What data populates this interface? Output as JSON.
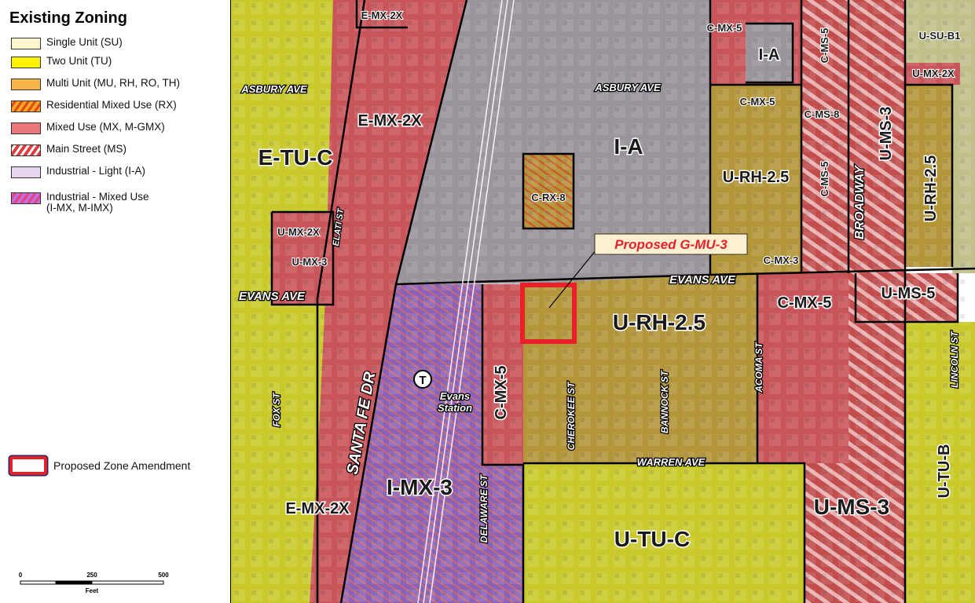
{
  "legend": {
    "title": "Existing Zoning",
    "items": [
      {
        "label": "Single Unit  (SU)",
        "fill": "#fdf6cf"
      },
      {
        "label": "Two Unit  (TU)",
        "fill": "#fff200"
      },
      {
        "label": "Multi Unit  (MU, RH, RO, TH)",
        "fill": "#f7b548"
      },
      {
        "label": "Residential Mixed Use  (RX)",
        "fill": "#f5a623",
        "hatch": "#e0461a"
      },
      {
        "label": "Mixed Use  (MX, M-GMX)",
        "fill": "#e8767a"
      },
      {
        "label": "Main Street  (MS)",
        "fill": "#e03c3c",
        "hatch": "#ffffff"
      },
      {
        "label": "Industrial - Light  (I-A)",
        "fill": "#e7d5f0"
      },
      {
        "label": "Industrial - Mixed Use\n(I-MX, M-IMX)",
        "fill": "#c070e0",
        "hatch": "#e8407a"
      }
    ],
    "amendment_label": "Proposed Zone Amendment",
    "scale": {
      "ticks": [
        "0",
        "250",
        "500"
      ],
      "unit": "Feet"
    }
  },
  "map": {
    "callout": "Proposed G-MU-3",
    "station": {
      "icon": "transit-station-icon",
      "letter": "T",
      "label_line1": "Evans",
      "label_line2": "Station"
    },
    "streets": [
      {
        "id": "asbury-ave-w",
        "text": "ASBURY AVE"
      },
      {
        "id": "asbury-ave-e",
        "text": "ASBURY AVE"
      },
      {
        "id": "evans-ave-w",
        "text": "EVANS AVE"
      },
      {
        "id": "evans-ave-e",
        "text": "EVANS AVE"
      },
      {
        "id": "warren-ave",
        "text": "WARREN AVE"
      },
      {
        "id": "elati-st",
        "text": "ELATI ST"
      },
      {
        "id": "fox-st",
        "text": "FOX ST"
      },
      {
        "id": "santa-fe-dr",
        "text": "SANTA FE DR"
      },
      {
        "id": "delaware-st",
        "text": "DELAWARE ST"
      },
      {
        "id": "cherokee-st",
        "text": "CHEROKEE ST"
      },
      {
        "id": "bannock-st",
        "text": "BANNOCK ST"
      },
      {
        "id": "acoma-st",
        "text": "ACOMA ST"
      },
      {
        "id": "broadway",
        "text": "BROADWAY"
      },
      {
        "id": "lincoln-st",
        "text": "LINCOLN ST"
      }
    ],
    "zones": [
      {
        "id": "e-tu-c",
        "text": "E-TU-C"
      },
      {
        "id": "e-mx-2x-top",
        "text": "E-MX-2X"
      },
      {
        "id": "e-mx-2x-mid",
        "text": "E-MX-2X"
      },
      {
        "id": "e-mx-2x-bottom",
        "text": "E-MX-2X"
      },
      {
        "id": "u-mx-2x-w",
        "text": "U-MX-2X"
      },
      {
        "id": "u-mx-3",
        "text": "U-MX-3"
      },
      {
        "id": "i-a-main",
        "text": "I-A"
      },
      {
        "id": "i-a-small",
        "text": "I-A"
      },
      {
        "id": "c-rx-8",
        "text": "C-RX-8"
      },
      {
        "id": "c-mx-5-top",
        "text": "C-MX-5"
      },
      {
        "id": "c-mx-5-small",
        "text": "C-MX-5"
      },
      {
        "id": "c-mx-3",
        "text": "C-MX-3"
      },
      {
        "id": "c-mx-5-east",
        "text": "C-MX-5"
      },
      {
        "id": "c-mx-5-vert",
        "text": "C-MX-5"
      },
      {
        "id": "c-ms-5-top",
        "text": "C-MS-5"
      },
      {
        "id": "c-ms-8",
        "text": "C-MS-8"
      },
      {
        "id": "c-ms-5-mid",
        "text": "C-MS-5"
      },
      {
        "id": "u-ms-3-n",
        "text": "U-MS-3"
      },
      {
        "id": "u-ms-3-s",
        "text": "U-MS-3"
      },
      {
        "id": "u-ms-5",
        "text": "U-MS-5"
      },
      {
        "id": "u-su-b1",
        "text": "U-SU-B1"
      },
      {
        "id": "u-mx-2x-e",
        "text": "U-MX-2X"
      },
      {
        "id": "u-rh-2-5-n",
        "text": "U-RH-2.5"
      },
      {
        "id": "u-rh-2-5-c",
        "text": "U-RH-2.5"
      },
      {
        "id": "u-rh-2-5-e",
        "text": "U-RH-2.5"
      },
      {
        "id": "i-mx-3",
        "text": "I-MX-3"
      },
      {
        "id": "u-tu-c",
        "text": "U-TU-C"
      },
      {
        "id": "u-tu-b",
        "text": "U-TU-B"
      }
    ],
    "colors": {
      "tu": "#c9c92c",
      "mx": "#c8555a",
      "ms": "#c24d4d",
      "rh": "#b3953a",
      "ia": "#9a949c",
      "imx": "#8a62b8",
      "su": "#bfc08a",
      "amend": "#e8202a",
      "callout_text": "#e8202a"
    }
  }
}
